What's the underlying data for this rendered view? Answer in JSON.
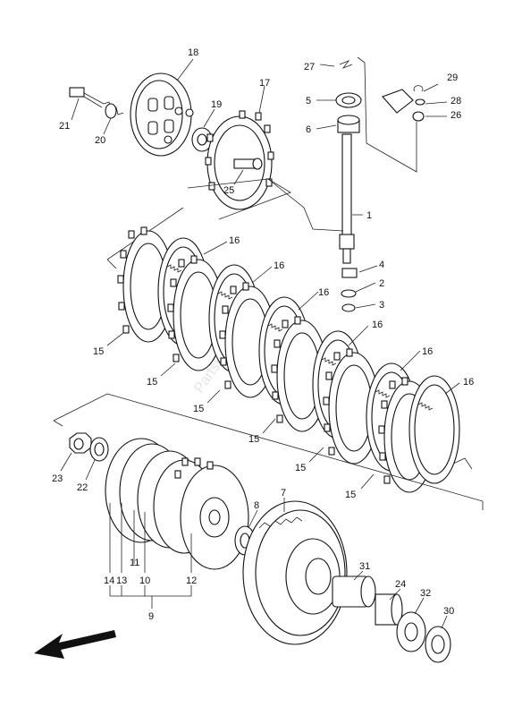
{
  "watermark": "PartsRepublik",
  "labels": {
    "l1": "1",
    "l2": "2",
    "l3": "3",
    "l4": "4",
    "l5": "5",
    "l6": "6",
    "l7": "7",
    "l8": "8",
    "l9": "9",
    "l10": "10",
    "l11": "11",
    "l12": "12",
    "l13": "13",
    "l14": "14",
    "l15a": "15",
    "l15b": "15",
    "l15c": "15",
    "l15d": "15",
    "l15e": "15",
    "l15f": "15",
    "l16a": "16",
    "l16b": "16",
    "l16c": "16",
    "l16d": "16",
    "l16e": "16",
    "l16f": "16",
    "l17": "17",
    "l18": "18",
    "l19": "19",
    "l20": "20",
    "l21": "21",
    "l22": "22",
    "l23": "23",
    "l24": "24",
    "l25": "25",
    "l26": "26",
    "l27": "27",
    "l28": "28",
    "l29": "29",
    "l30": "30",
    "l31": "31",
    "l32": "32"
  }
}
